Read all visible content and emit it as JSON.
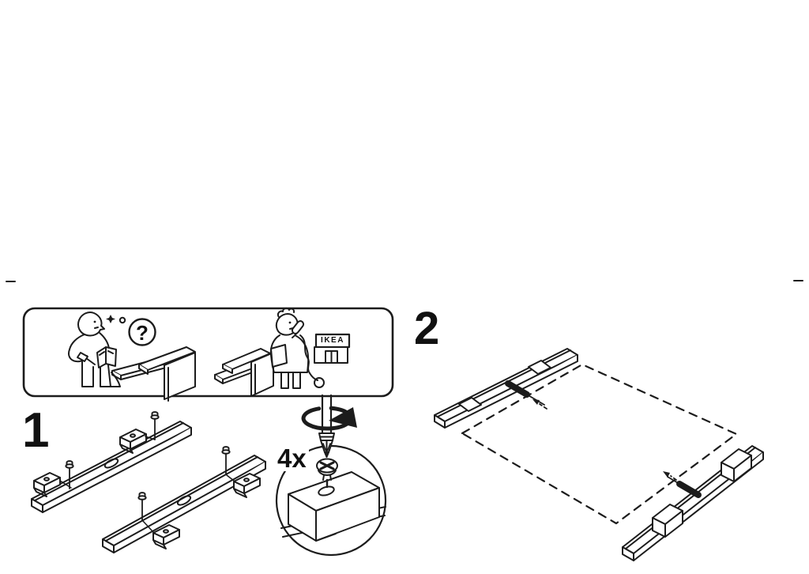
{
  "page": {
    "background_color": "#ffffff",
    "line_color": "#1c1c1c"
  },
  "help_panel": {
    "question_mark": "?",
    "store_sign_text": "IKEA",
    "left_scene": "confused-person-with-manual-and-hammer-beside-parts",
    "right_scene": "person-phoning-ikea-store-beside-parts"
  },
  "steps": [
    {
      "number": "1",
      "quantity_label": "4x",
      "illustration": "two-rails-each-with-two-clips-and-two-screws",
      "detail": "magnified-clip-with-screw-and-screwdriver"
    },
    {
      "number": "2",
      "illustration": "two-rails-aligned-to-dashed-panel-edges-with-black-center-marks"
    }
  ]
}
